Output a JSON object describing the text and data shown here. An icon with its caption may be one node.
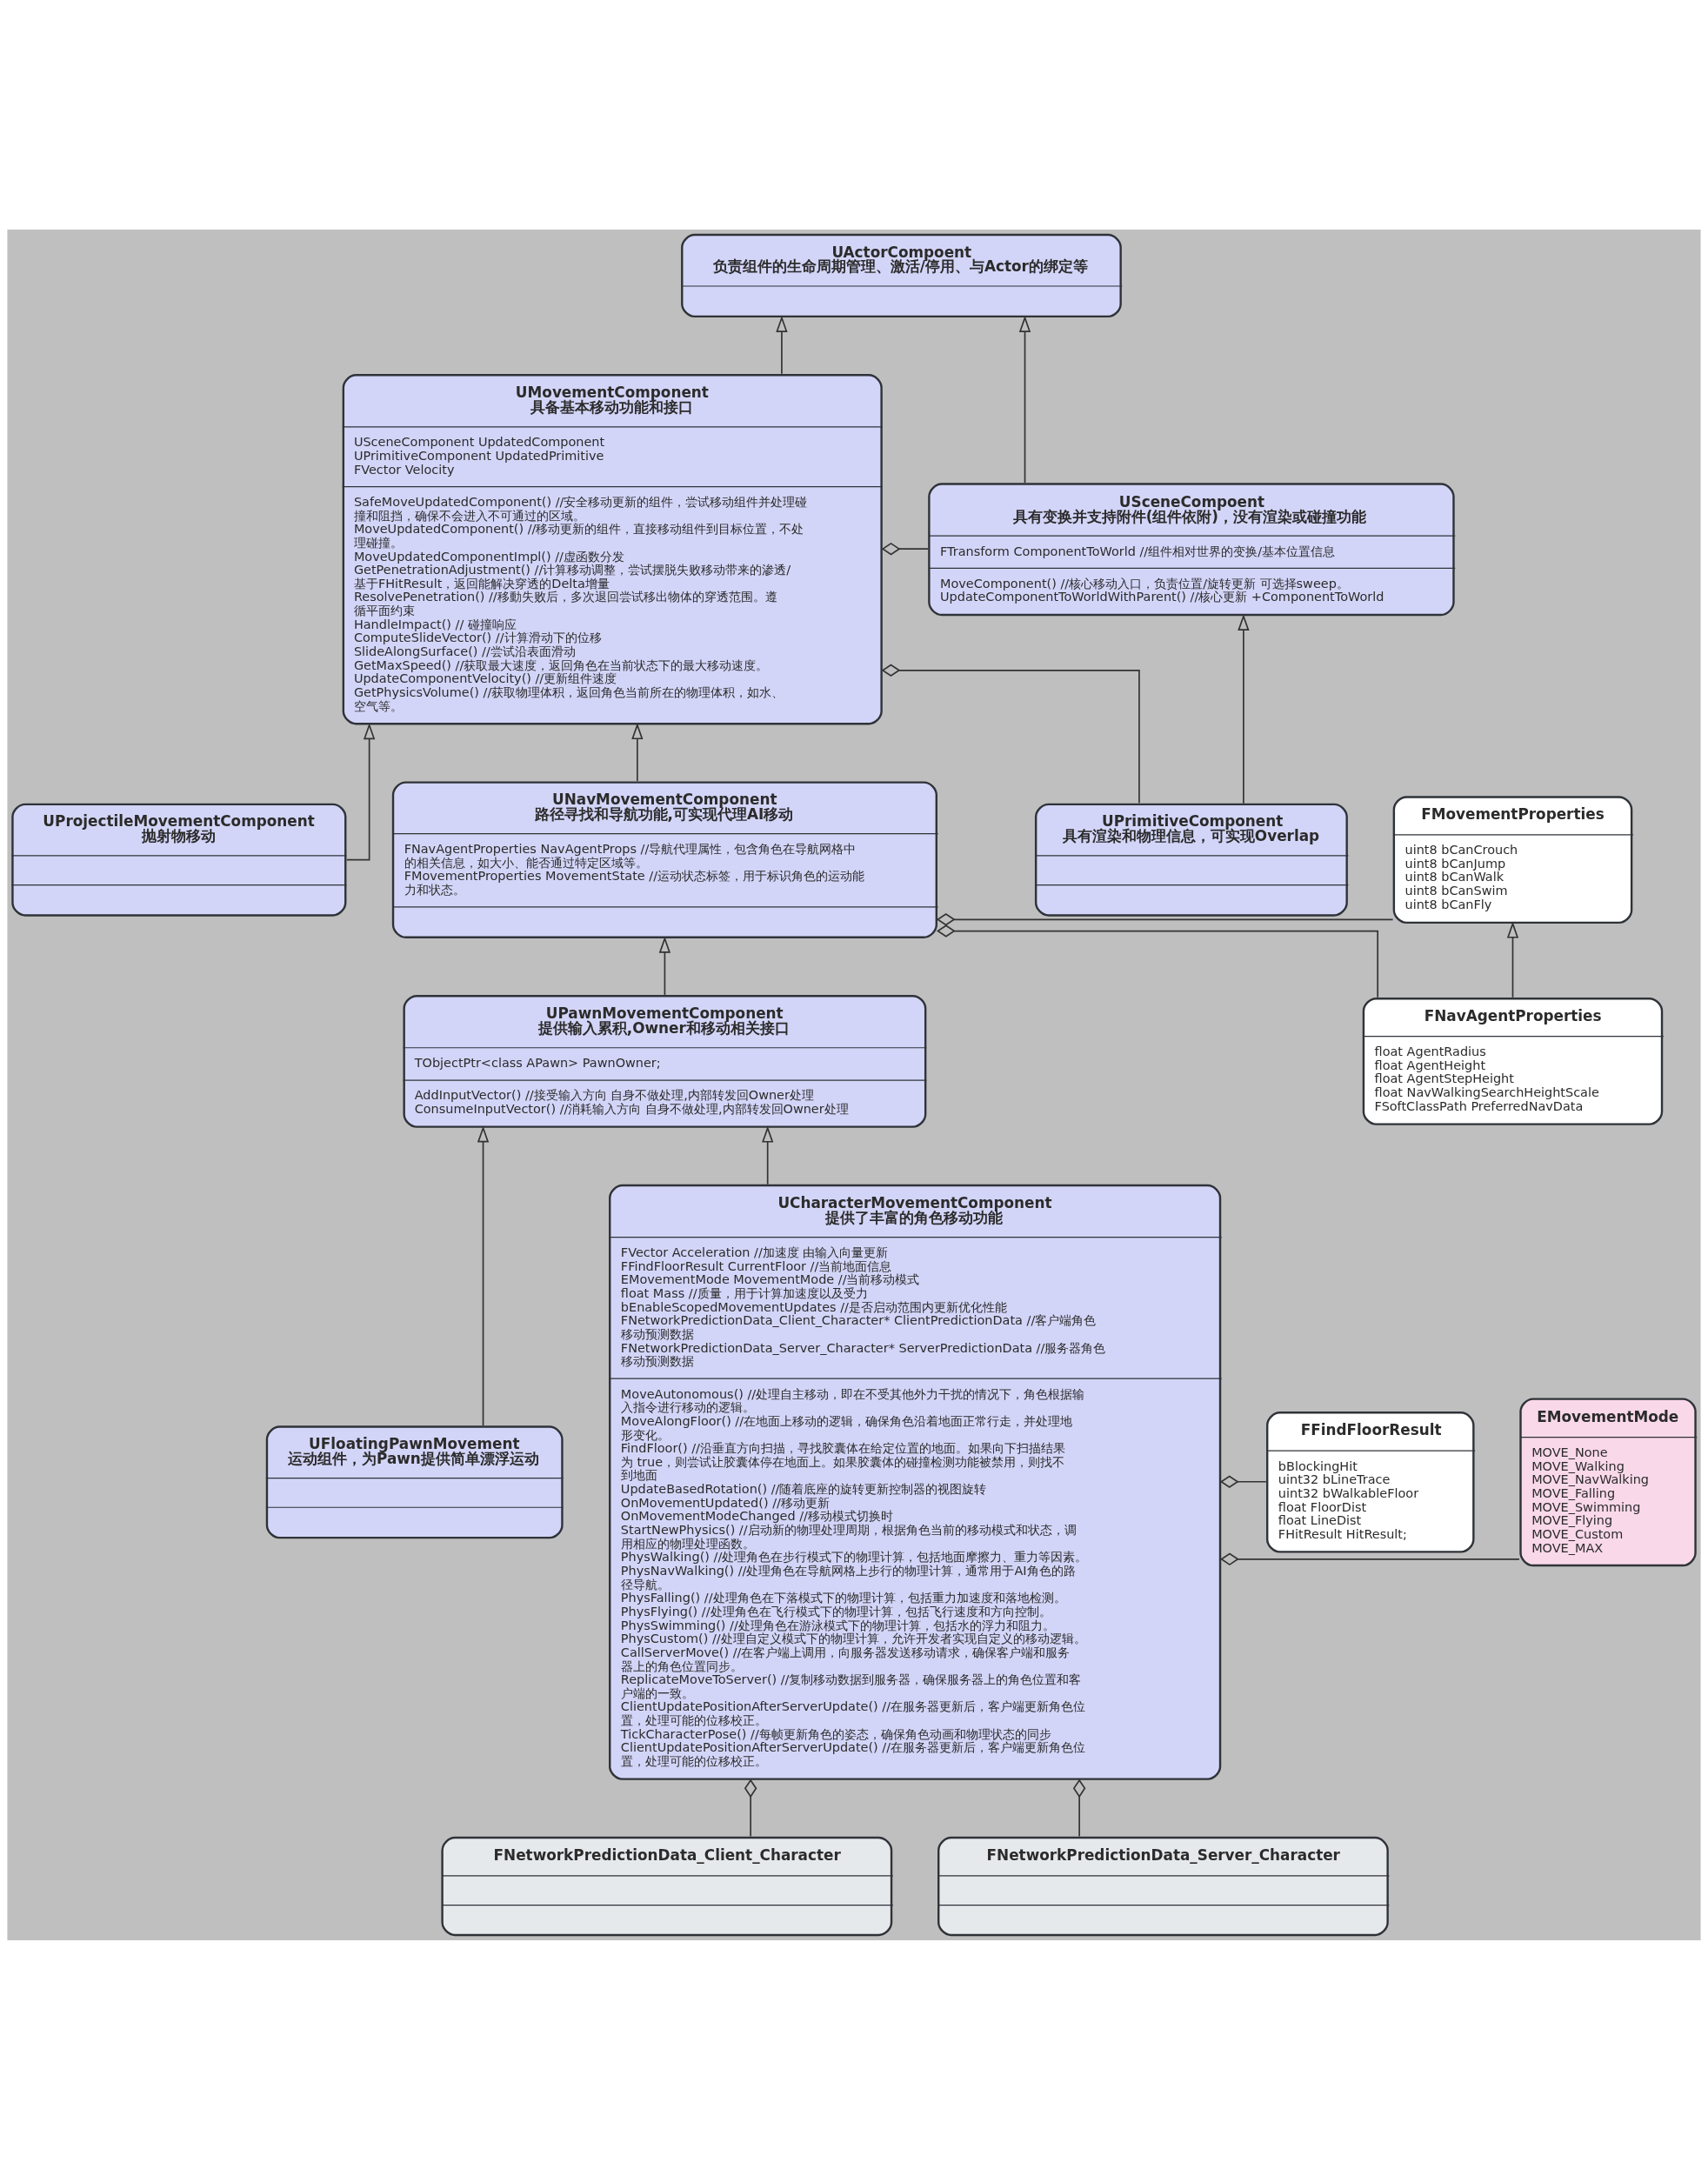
{
  "diagram": {
    "nodes": [
      {
        "text": [
          "UActorCompoent",
          "负责组件的生命周期管理、激活/停用、与Actor的绑定等"
        ]
      },
      {
        "text": [
          "UMovementComponent",
          "具备基本移动功能和接口",
          "USceneComponent UpdatedComponent",
          "UPrimitiveComponent UpdatedPrimitive",
          "FVector Velocity",
          "SafeMoveUpdatedComponent() //安全移动更新的组件，尝试移动组件并处理碰撞和阻挡，确保不会进入不可通过的区域。",
          "MoveUpdatedComponent() //移动更新的组件，直接移动组件到目标位置，不处理碰撞。",
          "MoveUpdatedComponentImpl() //虚函数分发",
          "GetPenetrationAdjustment() //计算移动调整，尝试摆脱失败移动带来的渗透/基于FHitResult，返回能解决穿透的Delta增量",
          "ResolvePenetration() //移動失败后，多次退回尝试移出物体的穿透范围。遵循平面约束",
          "HandleImpact() // 碰撞响应",
          "ComputeSlideVector() //计算滑动下的位移",
          "SlideAlongSurface() //尝试沿表面滑动",
          "GetMaxSpeed() //获取最大速度，返回角色在当前状态下的最大移动速度。",
          "UpdateComponentVelocity() //更新组件速度",
          "GetPhysicsVolume() //获取物理体积，返回角色当前所在的物理体积，如水、空气等。"
        ]
      },
      {
        "text": [
          "USceneCompoent",
          "具有变换并支持附件(组件依附)，没有渲染或碰撞功能",
          "FTransform ComponentToWorld //组件相对世界的变换/基本位置信息",
          "MoveComponent() //核心移动入口，负责位置/旋转更新 可选择sweep。",
          "UpdateComponentToWorldWithParent() //核心更新 +ComponentToWorld"
        ]
      },
      {
        "text": [
          "UPrimitiveComponent",
          "具有渲染和物理信息，可实现Overlap"
        ]
      },
      {
        "text": [
          "UProjectileMovementComponent",
          "抛射物移动"
        ]
      },
      {
        "text": [
          "UNavMovementComponent",
          "路径寻找和导航功能,可实现代理AI移动",
          "FNavAgentProperties NavAgentProps //导航代理属性，包含角色在导航网格中的相关信息，如大小、能否通过特定区域等。",
          "FMovementProperties MovementState //运动状态标签，用于标识角色的运动能力和状态。"
        ]
      },
      {
        "text": [
          "FMovementProperties",
          "uint8 bCanCrouch",
          "uint8 bCanJump",
          "uint8 bCanWalk",
          "uint8 bCanSwim",
          "uint8 bCanFly"
        ]
      },
      {
        "text": [
          "UPawnMovementComponent",
          "提供输入累积,Owner和移动相关接口",
          "TObjectPtr<class APawn> PawnOwner;",
          "AddInputVector() //接受输入方向 自身不做处理,内部转发回Owner处理",
          "ConsumeInputVector() //消耗输入方向 自身不做处理,内部转发回Owner处理"
        ]
      },
      {
        "text": [
          "FNavAgentProperties",
          "float AgentRadius",
          "float AgentHeight",
          "float AgentStepHeight",
          "float NavWalkingSearchHeightScale",
          "FSoftClassPath PreferredNavData"
        ]
      },
      {
        "text": [
          "UFloatingPawnMovement",
          "运动组件，为Pawn提供简单漂浮运动"
        ]
      },
      {
        "text": [
          "UCharacterMovementComponent",
          "提供了丰富的角色移动功能",
          "FVector Acceleration //加速度 由输入向量更新",
          "FFindFloorResult CurrentFloor //当前地面信息",
          "EMovementMode MovementMode //当前移动模式",
          "float Mass //质量，用于计算加速度以及受力",
          "bEnableScopedMovementUpdates //是否启动范围内更新优化性能",
          "FNetworkPredictionData_Client_Character* ClientPredictionData //客户端角色移动预测数据",
          "FNetworkPredictionData_Server_Character* ServerPredictionData //服务器角色移动预测数据",
          "MoveAutonomous() //处理自主移动，即在不受其他外力干扰的情况下，角色根据输入指令进行移动的逻辑。",
          "MoveAlongFloor() //在地面上移动的逻辑，确保角色沿着地面正常行走，并处理地形变化。",
          "FindFloor() //沿垂直方向扫描，寻找胶囊体在给定位置的地面。如果向下扫描结果为 true，则尝试让胶囊体停在地面上。如果胶囊体的碰撞检测功能被禁用，则找不到地面",
          "UpdateBasedRotation() //随着底座的旋转更新控制器的视图旋转",
          "OnMovementUpdated() //移动更新",
          "OnMovementModeChanged //移动模式切换时",
          "StartNewPhysics() //启动新的物理处理周期，根据角色当前的移动模式和状态，调用相应的物理处理函数。",
          "PhysWalking() //处理角色在步行模式下的物理计算，包括地面摩擦力、重力等因素。",
          "PhysNavWalking() //处理角色在导航网格上步行的物理计算，通常用于AI角色的路径导航。",
          "PhysFalling() //处理角色在下落模式下的物理计算，包括重力加速度和落地检测。",
          "PhysFlying() //处理角色在飞行模式下的物理计算，包括飞行速度和方向控制。",
          "PhysSwimming() //处理角色在游泳模式下的物理计算，包括水的浮力和阻力。",
          "PhysCustom() //处理自定义模式下的物理计算，允许开发者实现自定义的移动逻辑。",
          "CallServerMove() //在客户端上调用，向服务器发送移动请求，确保客户端和服务器上的角色位置同步。",
          "ReplicateMoveToServer() //复制移动数据到服务器，确保服务器上的角色位置和客户端的一致。",
          "ClientUpdatePositionAfterServerUpdate() //在服务器更新后，客户端更新角色位置，处理可能的位移校正。",
          "TickCharacterPose() //每帧更新角色的姿态，确保角色动画和物理状态的同步",
          "ClientUpdatePositionAfterServerUpdate() //在服务器更新后，客户端更新角色位置，处理可能的位移校正。"
        ]
      },
      {
        "text": [
          "FFindFloorResult",
          "bBlockingHit",
          "uint32 bLineTrace",
          "uint32 bWalkableFloor",
          "float FloorDist",
          "float LineDist",
          "FHitResult HitResult;"
        ]
      },
      {
        "text": [
          "EMovementMode",
          "MOVE_None",
          "MOVE_Walking",
          "MOVE_NavWalking",
          "MOVE_Falling",
          "MOVE_Swimming",
          "MOVE_Flying",
          "MOVE_Custom",
          "MOVE_MAX"
        ]
      },
      {
        "text": [
          "FNetworkPredictionData_Client_Character"
        ]
      },
      {
        "text": [
          "FNetworkPredictionData_Server_Character"
        ]
      }
    ],
    "edges": [
      {
        "from": 1,
        "to": 0,
        "arrow": "to"
      },
      {
        "from": 2,
        "to": 0,
        "arrow": "to"
      },
      {
        "from": 1,
        "to": 2,
        "arrow": "other"
      },
      {
        "from": 1,
        "to": 3,
        "arrow": "other"
      },
      {
        "from": 3,
        "to": 2,
        "arrow": "to"
      },
      {
        "from": 4,
        "to": 1,
        "arrow": "to"
      },
      {
        "from": 5,
        "to": 1,
        "arrow": "to"
      },
      {
        "from": 5,
        "to": 6,
        "arrow": "other"
      },
      {
        "from": 5,
        "to": 8,
        "arrow": "other"
      },
      {
        "from": 8,
        "to": 6,
        "arrow": "to"
      },
      {
        "from": 7,
        "to": 5,
        "arrow": "to"
      },
      {
        "from": 9,
        "to": 7,
        "arrow": "to"
      },
      {
        "from": 10,
        "to": 7,
        "arrow": "to"
      },
      {
        "from": 10,
        "to": 11,
        "arrow": "other"
      },
      {
        "from": 10,
        "to": 12,
        "arrow": "other"
      },
      {
        "from": 10,
        "to": 13,
        "arrow": "other"
      },
      {
        "from": 10,
        "to": 14,
        "arrow": "other"
      }
    ]
  }
}
